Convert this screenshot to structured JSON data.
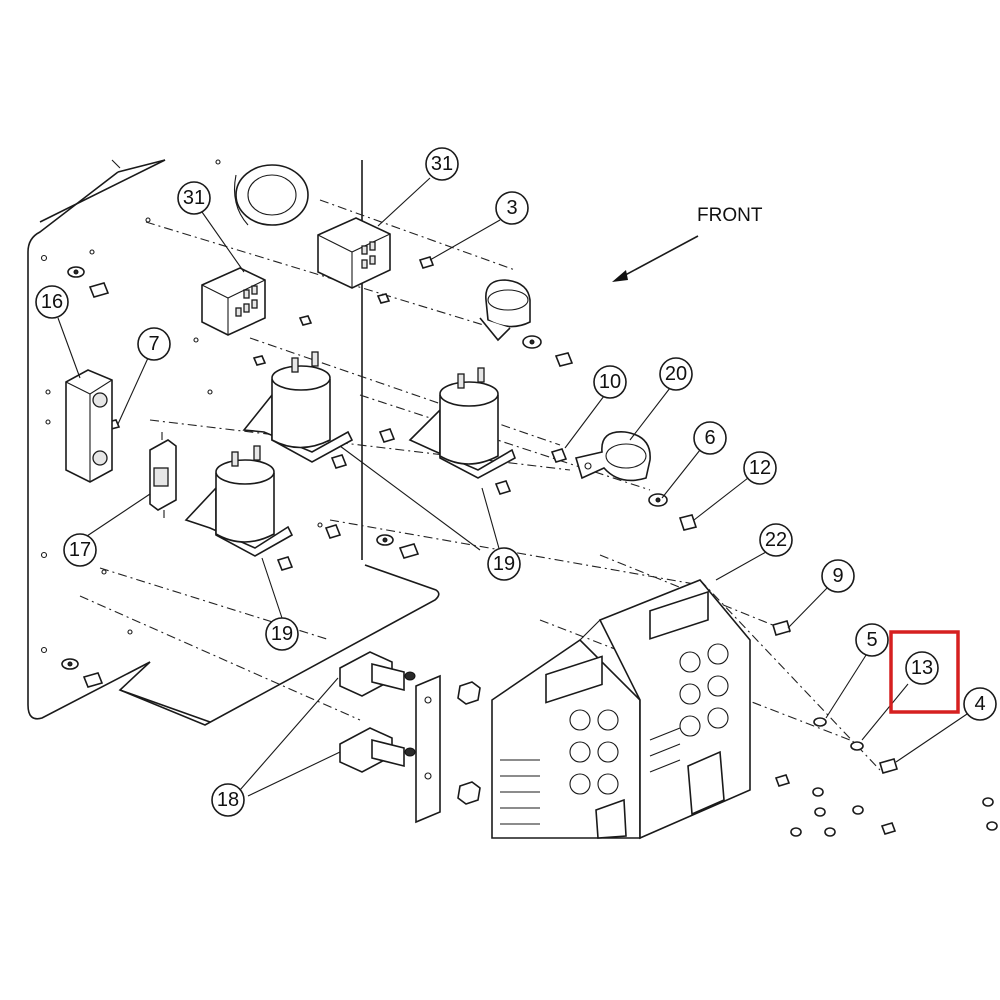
{
  "front_label": "FRONT",
  "highlight_color": "#d62020",
  "callouts": [
    {
      "id": "c31a",
      "label": "31"
    },
    {
      "id": "c31b",
      "label": "31"
    },
    {
      "id": "c3",
      "label": "3"
    },
    {
      "id": "c16",
      "label": "16"
    },
    {
      "id": "c7",
      "label": "7"
    },
    {
      "id": "c10",
      "label": "10"
    },
    {
      "id": "c20",
      "label": "20"
    },
    {
      "id": "c6",
      "label": "6"
    },
    {
      "id": "c12",
      "label": "12"
    },
    {
      "id": "c17",
      "label": "17"
    },
    {
      "id": "c19a",
      "label": "19"
    },
    {
      "id": "c19b",
      "label": "19"
    },
    {
      "id": "c22",
      "label": "22"
    },
    {
      "id": "c9",
      "label": "9"
    },
    {
      "id": "c5",
      "label": "5"
    },
    {
      "id": "c13",
      "label": "13"
    },
    {
      "id": "c4",
      "label": "4"
    },
    {
      "id": "c18",
      "label": "18"
    }
  ]
}
